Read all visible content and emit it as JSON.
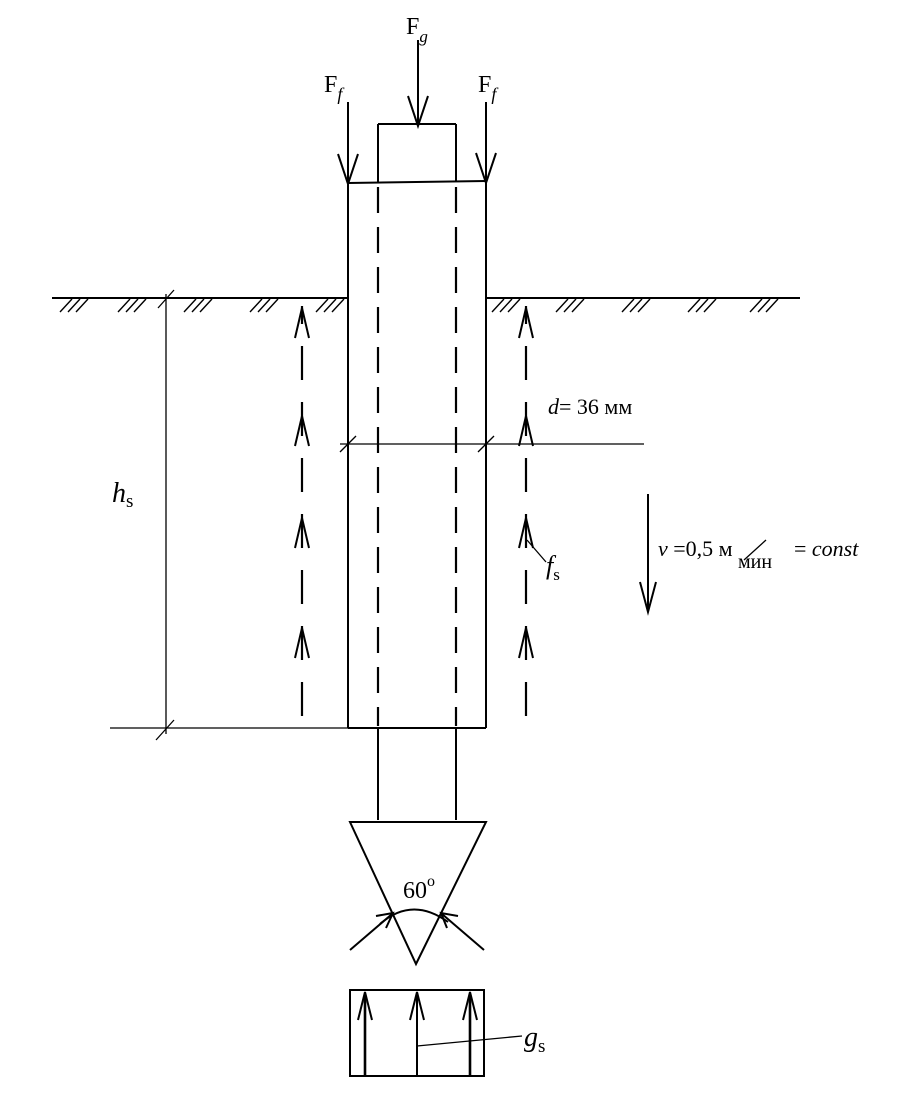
{
  "labels": {
    "force_g": "F",
    "force_g_sub": "g",
    "force_f": "F",
    "force_f_sub": "f",
    "depth": "h",
    "depth_sub": "s",
    "diameter_var": "d",
    "diameter_rest": "= 36 мм",
    "velocity_var": "v",
    "velocity_mid": " =0,5 м",
    "velocity_unit": "мин",
    "velocity_eq": " = ",
    "velocity_const": "const",
    "skin_friction": "f",
    "skin_friction_sub": "s",
    "cone_angle": "60",
    "cone_angle_sup": "o",
    "tip_resistance": "g",
    "tip_resistance_sub": "s"
  },
  "colors": {
    "stroke": "#000000",
    "background": "#ffffff"
  }
}
